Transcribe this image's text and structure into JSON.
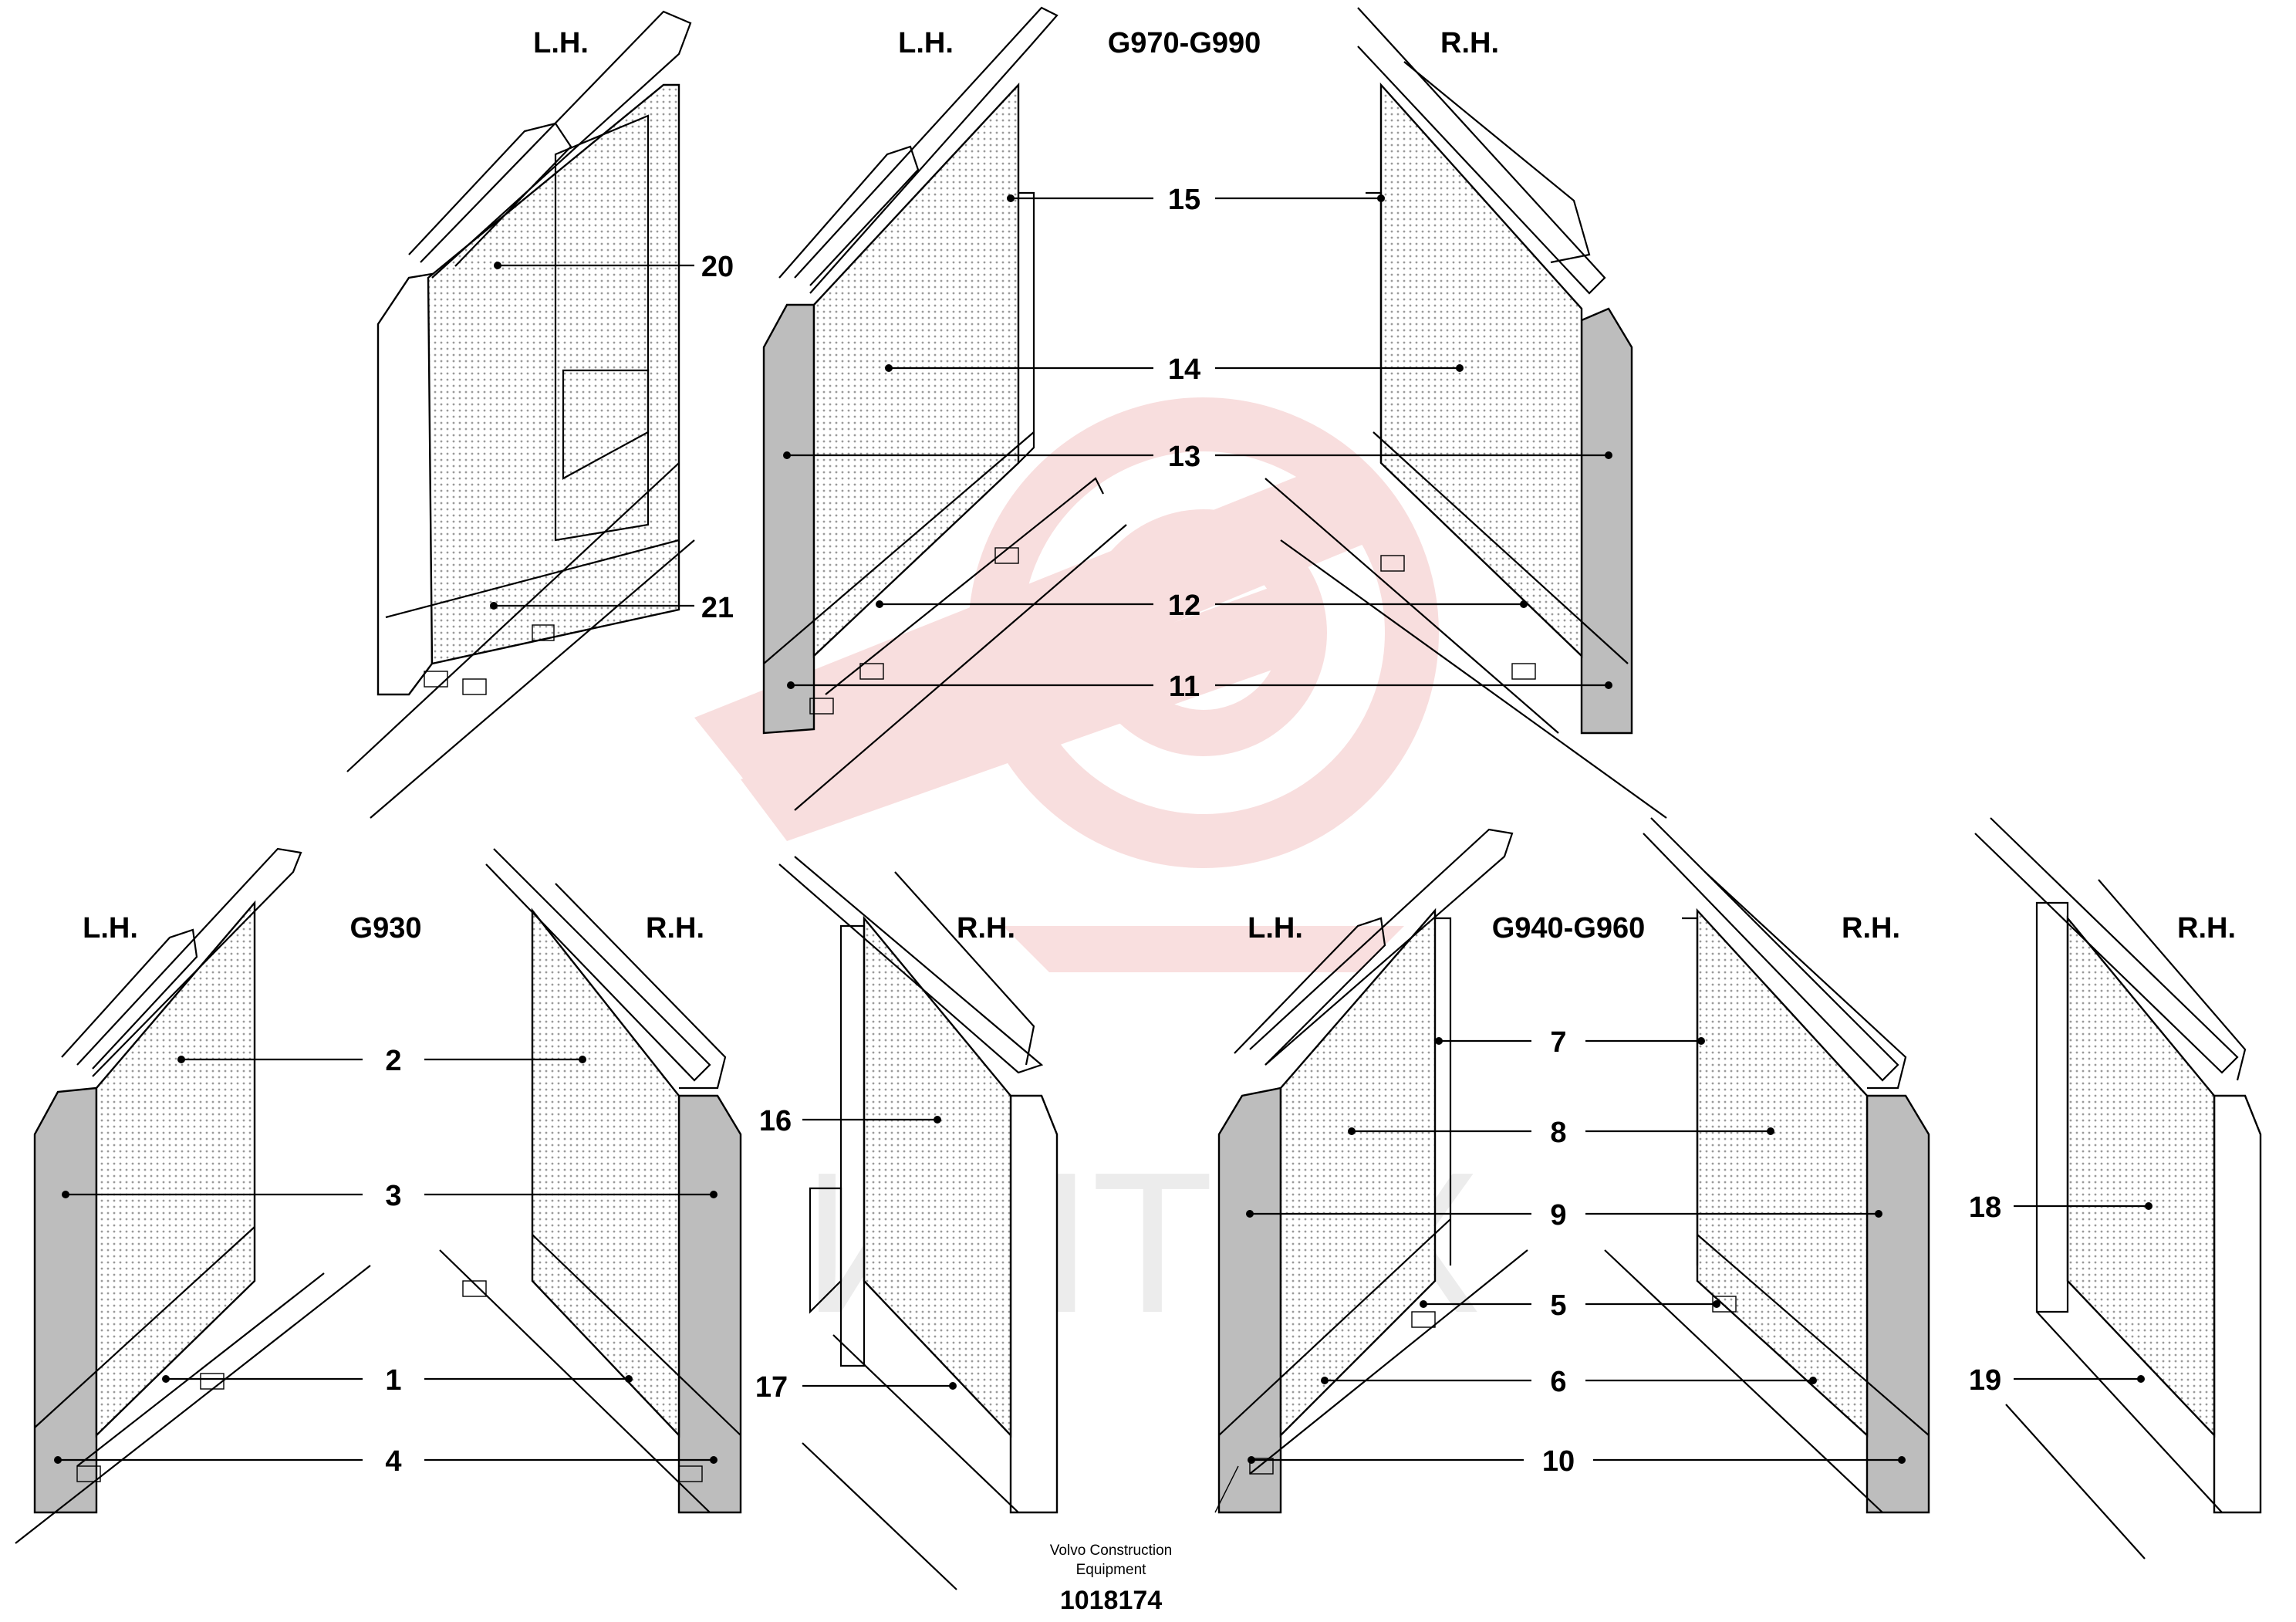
{
  "headers": [
    {
      "id": "h-lh-tl",
      "text": "L.H."
    },
    {
      "id": "h-lh-tc",
      "text": "L.H."
    },
    {
      "id": "h-g970",
      "text": "G970-G990"
    },
    {
      "id": "h-rh-tc",
      "text": "R.H."
    },
    {
      "id": "h-lh-bl",
      "text": "L.H."
    },
    {
      "id": "h-g930",
      "text": "G930"
    },
    {
      "id": "h-rh-bl",
      "text": "R.H."
    },
    {
      "id": "h-rh-bm",
      "text": "R.H."
    },
    {
      "id": "h-lh-bc",
      "text": "L.H."
    },
    {
      "id": "h-g940",
      "text": "G940-G960"
    },
    {
      "id": "h-rh-bc",
      "text": "R.H."
    },
    {
      "id": "h-rh-br",
      "text": "R.H."
    }
  ],
  "callouts": [
    "1",
    "2",
    "3",
    "4",
    "5",
    "6",
    "7",
    "8",
    "9",
    "10",
    "11",
    "12",
    "13",
    "14",
    "15",
    "16",
    "17",
    "18",
    "19",
    "20",
    "21"
  ],
  "caption": {
    "line1": "Volvo Construction",
    "line2": "Equipment",
    "doc_number": "1018174"
  },
  "watermark": {
    "text": "ИНТЕХ",
    "color": "#f2b8b8"
  },
  "colors": {
    "line": "#000000",
    "panel_fill": "#bdbdbd",
    "mesh_fill": "#ececec",
    "watermark": "#f4c4c4"
  }
}
